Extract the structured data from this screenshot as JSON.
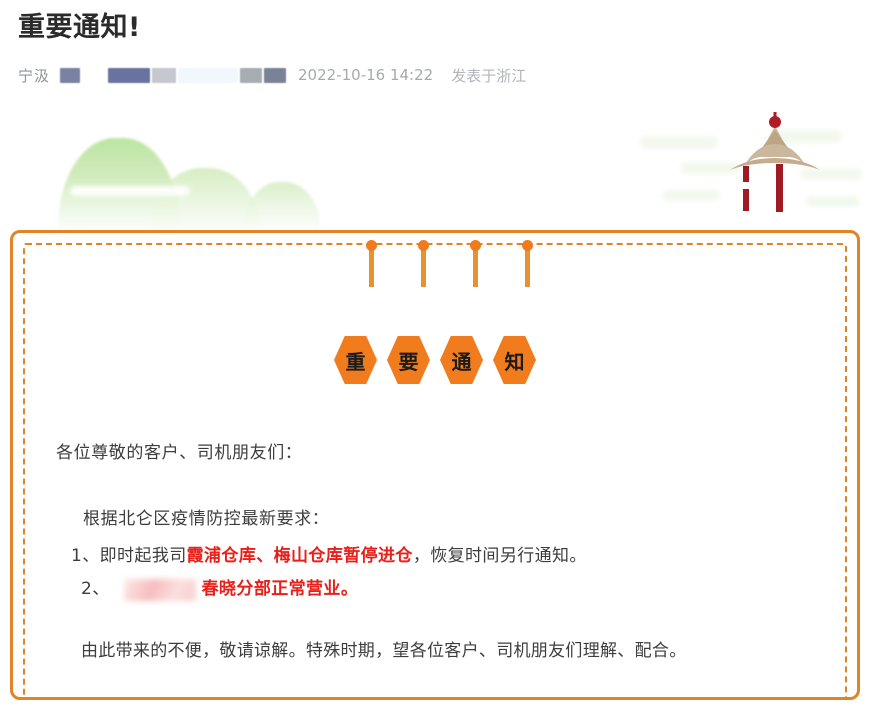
{
  "article": {
    "title": "重要通知!",
    "author": "宁汲",
    "date": "2022-10-16 14:22",
    "location": "发表于浙江"
  },
  "banner": {
    "icons": {
      "pagoda": "pagoda-icon",
      "hills": "green-hills-illustration",
      "clouds": "cloud-decoration"
    }
  },
  "notice": {
    "badges": [
      "重",
      "要",
      "通",
      "知"
    ],
    "greeting": "各位尊敬的客户、司机朋友们：",
    "lead": "根据北仑区疫情防控最新要求：",
    "item1": {
      "prefix": "1、即时起我司",
      "highlight": "霞浦仓库、梅山仓库暂停进仓",
      "suffix": "，恢复时间另行通知。"
    },
    "item2": {
      "prefix": "2、",
      "highlight": "春晓分部正常营业。"
    },
    "closing": "由此带来的不便，敬请谅解。特殊时期，望各位客户、司机朋友们理解、配合。"
  },
  "colors": {
    "accent_orange": "#e08426",
    "hex_orange": "#f07c1e",
    "highlight_red": "#e8201b",
    "hill_green": "#b6e39a",
    "pagoda_roof": "#c9b295",
    "pagoda_pillar": "#9e1b23"
  }
}
